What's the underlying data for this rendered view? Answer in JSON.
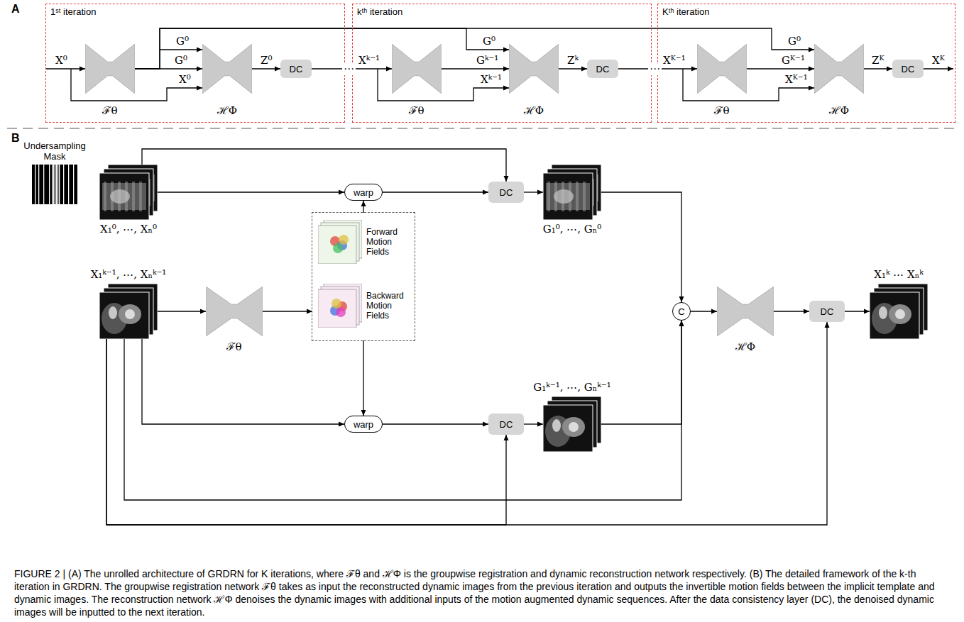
{
  "diagram": {
    "caption": "FIGURE 2 | (A) The unrolled architecture of GRDRN for K iterations, where ℱθ and ℋΦ is the groupwise registration and dynamic reconstruction network respectively. (B) The detailed framework of the k-th iteration in GRDRN. The groupwise registration network ℱθ takes as input the reconstructed dynamic images from the previous iteration and outputs the invertible motion fields between the implicit template and dynamic images. The reconstruction network ℋΦ denoises the dynamic images with additional inputs of the motion augmented dynamic sequences. After the data consistency layer (DC), the denoised dynamic images will be inputted to the next iteration.",
    "nodes": [
      {
        "text": [
          "1ˢᵗ iteration"
        ]
      },
      {
        "text": [
          "ℱθ"
        ],
        "in": 0
      },
      {
        "text": [
          "ℋΦ"
        ],
        "in": 0
      },
      {
        "text": [
          "DC"
        ],
        "in": 0
      },
      {
        "text": [
          "kᵗʰ iteration"
        ]
      },
      {
        "text": [
          "ℱθ"
        ],
        "in": 4
      },
      {
        "text": [
          "ℋΦ"
        ],
        "in": 4
      },
      {
        "text": [
          "DC"
        ],
        "in": 4
      },
      {
        "text": [
          "Kᵗʰ iteration"
        ]
      },
      {
        "text": [
          "ℱθ"
        ],
        "in": 8
      },
      {
        "text": [
          "ℋΦ"
        ],
        "in": 8
      },
      {
        "text": [
          "DC"
        ],
        "in": 8
      },
      {
        "text": [
          "Undersampling Mask"
        ]
      },
      {
        "text": [
          "X₁⁰, ⋯, Xₙ⁰"
        ]
      },
      {
        "text": [
          "X₁ᵏ⁻¹, ⋯, Xₙᵏ⁻¹"
        ]
      },
      {
        "text": [
          "ℱθ"
        ]
      },
      {
        "text": [
          "Forward Motion Fields",
          "Backward Motion Fields"
        ]
      },
      {
        "text": [
          "warp"
        ]
      },
      {
        "text": [
          "warp"
        ]
      },
      {
        "text": [
          "DC"
        ]
      },
      {
        "text": [
          "DC"
        ]
      },
      {
        "text": [
          "G₁⁰, ⋯, Gₙ⁰"
        ]
      },
      {
        "text": [
          "G₁ᵏ⁻¹, ⋯, Gₙᵏ⁻¹"
        ]
      },
      {
        "text": [
          "C"
        ]
      },
      {
        "text": [
          "ℋΦ"
        ]
      },
      {
        "text": [
          "DC"
        ]
      },
      {
        "text": [
          "X₁ᵏ ⋯ Xₙᵏ"
        ]
      }
    ],
    "edges": [
      {
        "from": 1,
        "to": 2,
        "arrow": "to",
        "label": "G⁰"
      },
      {
        "from": 1,
        "to": 6,
        "arrow": "to",
        "label": "G⁰"
      },
      {
        "from": 1,
        "to": 10,
        "arrow": "to",
        "label": "G⁰"
      },
      {
        "from": 2,
        "to": 3,
        "arrow": "to",
        "label": "Z⁰"
      },
      {
        "from": 3,
        "to": 5,
        "arrow": "to",
        "label": "Xᵏ⁻¹"
      },
      {
        "from": 5,
        "to": 6,
        "arrow": "to",
        "label": "Gᵏ⁻¹"
      },
      {
        "from": 6,
        "to": 7,
        "arrow": "to",
        "label": "Zᵏ"
      },
      {
        "from": 7,
        "to": 9,
        "arrow": "to",
        "label": "Xᴷ⁻¹"
      },
      {
        "from": 9,
        "to": 10,
        "arrow": "to",
        "label": "Gᴷ⁻¹"
      },
      {
        "from": 10,
        "to": 11,
        "arrow": "to",
        "label": "Zᴷ"
      },
      {
        "from": 13,
        "to": 17,
        "arrow": "to"
      },
      {
        "from": 13,
        "to": 19,
        "arrow": "to"
      },
      {
        "from": 14,
        "to": 15,
        "arrow": "to"
      },
      {
        "from": 15,
        "to": 16,
        "arrow": "to"
      },
      {
        "from": 16,
        "to": 17,
        "arrow": "to"
      },
      {
        "from": 16,
        "to": 18,
        "arrow": "to"
      },
      {
        "from": 14,
        "to": 18,
        "arrow": "to"
      },
      {
        "from": 17,
        "to": 19,
        "arrow": "to"
      },
      {
        "from": 18,
        "to": 20,
        "arrow": "to"
      },
      {
        "from": 19,
        "to": 21,
        "arrow": "to"
      },
      {
        "from": 20,
        "to": 22,
        "arrow": "to"
      },
      {
        "from": 21,
        "to": 23,
        "arrow": "to"
      },
      {
        "from": 22,
        "to": 23,
        "arrow": "to"
      },
      {
        "from": 14,
        "to": 23,
        "arrow": "to"
      },
      {
        "from": 14,
        "to": 20,
        "arrow": "to"
      },
      {
        "from": 23,
        "to": 24,
        "arrow": "to"
      },
      {
        "from": 24,
        "to": 25,
        "arrow": "to"
      },
      {
        "from": 14,
        "to": 25,
        "arrow": "to"
      },
      {
        "from": 25,
        "to": 26,
        "arrow": "to"
      }
    ],
    "labels": [
      "A",
      "B",
      "G⁰",
      "X⁰",
      "X⁰",
      "Xᵏ⁻¹",
      "Xᴷ⁻¹",
      "Xᴷ",
      "⋯",
      "⋯"
    ]
  }
}
